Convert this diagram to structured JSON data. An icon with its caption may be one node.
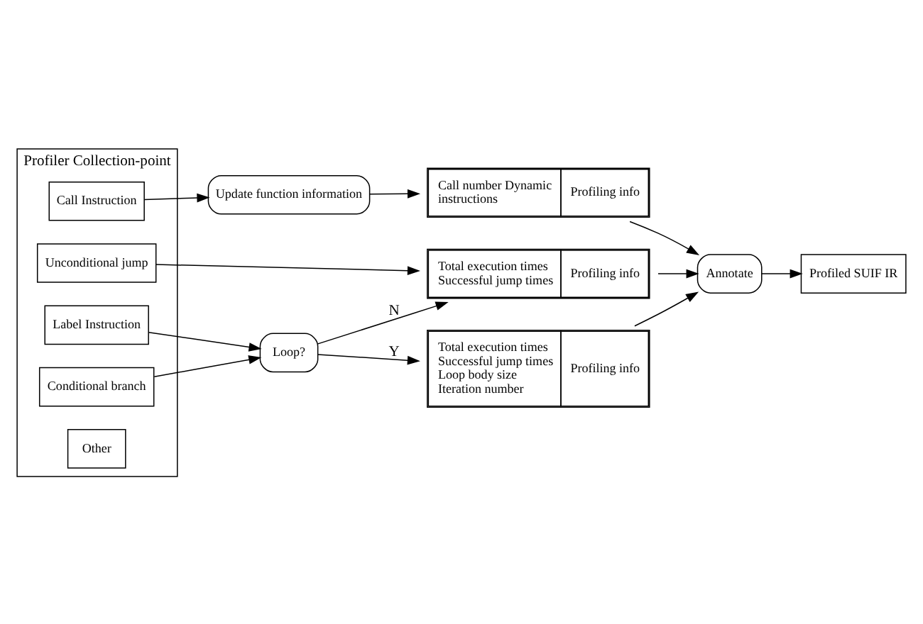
{
  "diagram": {
    "nodes": [
      {
        "text": [
          "Profiler Collection-point"
        ]
      },
      {
        "text": [
          "Call Instruction"
        ],
        "in": 0
      },
      {
        "text": [
          "Unconditional jump"
        ],
        "in": 0
      },
      {
        "text": [
          "Label Instruction"
        ],
        "in": 0
      },
      {
        "text": [
          "Conditional branch"
        ],
        "in": 0
      },
      {
        "text": [
          "Other"
        ],
        "in": 0
      },
      {
        "text": [
          "Loop?"
        ]
      },
      {
        "text": [
          "Total execution times Successful jump times Loop body size Iteration number",
          "Profiling info"
        ]
      },
      {
        "text": [
          "Total execution times Successful jump times",
          "Profiling info"
        ]
      },
      {
        "text": [
          "Update function information"
        ]
      },
      {
        "text": [
          "Call number Dynamic instructions",
          "Profiling info"
        ]
      },
      {
        "text": [
          "Annotate"
        ]
      },
      {
        "text": [
          "Profiled SUIF IR"
        ]
      }
    ],
    "edges": [
      {
        "from": 3,
        "to": 6,
        "arrow": "to"
      },
      {
        "from": 4,
        "to": 6,
        "arrow": "to"
      },
      {
        "from": 6,
        "to": 7,
        "arrow": "to",
        "label": "Y"
      },
      {
        "from": 6,
        "to": 8,
        "arrow": "to",
        "label": "N"
      },
      {
        "from": 2,
        "to": 8,
        "arrow": "to"
      },
      {
        "from": 1,
        "to": 9,
        "arrow": "to"
      },
      {
        "from": 9,
        "to": 10,
        "arrow": "to"
      },
      {
        "from": 7,
        "to": 11,
        "arrow": "to"
      },
      {
        "from": 8,
        "to": 11,
        "arrow": "to"
      },
      {
        "from": 10,
        "to": 11,
        "arrow": "to"
      },
      {
        "from": 11,
        "to": 12,
        "arrow": "to"
      }
    ]
  }
}
